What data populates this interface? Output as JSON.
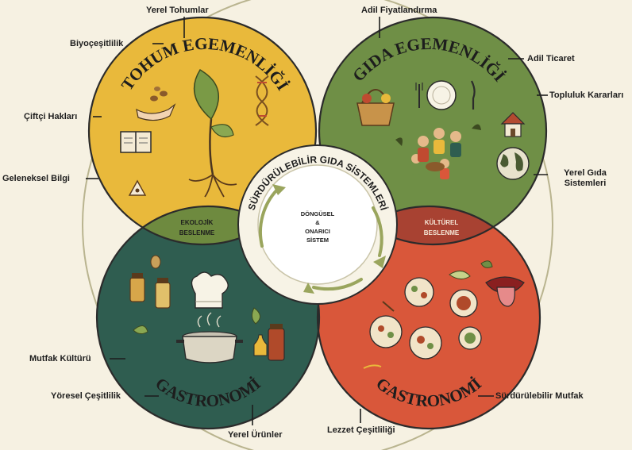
{
  "center": {
    "ring_title": "SÜRDÜRÜLEBİLİR GIDA SİSTEMLERİ",
    "line1": "DÖNGÜSEL",
    "line2": "&",
    "line3": "ONARICI",
    "line4": "SİSTEM"
  },
  "circles": {
    "top_left": "TOHUM EGEMENLİĞİ",
    "top_right": "GIDA EGEMENLİĞİ",
    "bottom_left": "GASTRONOMİ",
    "bottom_right": "GASTRONOMİ"
  },
  "overlaps": {
    "left_1": "EKOLOJİK",
    "left_2": "BESLENME",
    "right_1": "KÜLTÜREL",
    "right_2": "BESLENME"
  },
  "callouts": {
    "yerel_tohumlar": "Yerel Tohumlar",
    "biyocesitlilik": "Biyoçeşitlilik",
    "ciftci_haklari": "Çiftçi Hakları",
    "geleneksel_bilgi": "Geleneksel Bilgi",
    "adil_fiyat": "Adil Fiyatlandırma",
    "adil_ticaret": "Adil Ticaret",
    "topluluk": "Topluluk Kararları",
    "yerel_gida_1": "Yerel Gıda",
    "yerel_gida_2": "Sistemleri",
    "mutfak_kulturu": "Mutfak Kültürü",
    "yoresel": "Yöresel Çeşitlilik",
    "yerel_urunler": "Yerel Ürünler",
    "surdurulebilir_mutfak": "Sürdürülebilir Mutfak",
    "lezzet": "Lezzet Çeşitliliği"
  },
  "colors": {
    "background": "#f6f1e2",
    "yellow": "#e9b93b",
    "green": "#6f8f46",
    "teal": "#2f5d50",
    "red": "#d9573a",
    "overlap_yg": "#dcc063",
    "overlap_yt": "#6e8a3f",
    "overlap_gr": "#a84232",
    "overlap_tr": "#7a5540",
    "ring": "#f7f3e6",
    "outline": "#2b2b2b"
  },
  "icons": [
    "seed-hand-icon",
    "plant-sprout-icon",
    "dna-icon",
    "book-icon",
    "seed-triangle-icon",
    "basket-icon",
    "plate-icon",
    "fork-icon",
    "knife-icon",
    "house-icon",
    "people-group-icon",
    "globe-icon",
    "spice-jar-icon",
    "chef-hat-icon",
    "cooking-pot-icon",
    "herb-icon",
    "bottle-icon",
    "food-bowl-icon",
    "tongue-icon",
    "leaf-icon",
    "cycle-arrows-icon"
  ]
}
